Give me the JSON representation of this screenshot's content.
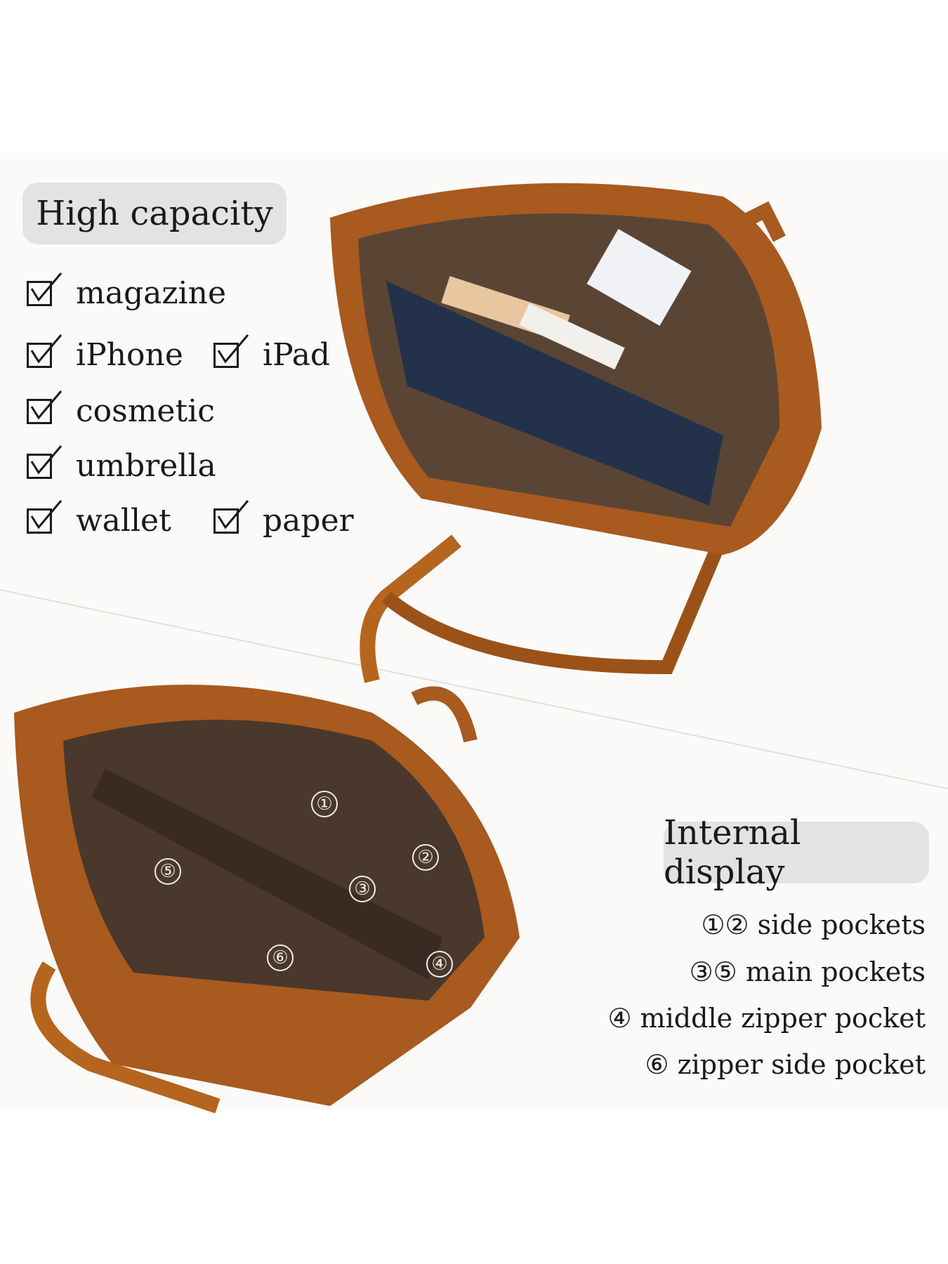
{
  "capacity": {
    "title": "High capacity",
    "items": [
      {
        "label": "magazine",
        "checked": true
      },
      {
        "label": "iPhone",
        "checked": true
      },
      {
        "label": "iPad",
        "checked": true
      },
      {
        "label": "cosmetic",
        "checked": true
      },
      {
        "label": "umbrella",
        "checked": true
      },
      {
        "label": "wallet",
        "checked": true
      },
      {
        "label": "paper",
        "checked": true
      }
    ]
  },
  "internal": {
    "title": "Internal display",
    "specs": [
      "①② side pockets",
      "③⑤ main pockets",
      "④ middle zipper pocket",
      "⑥ zipper side pocket"
    ],
    "markers": [
      "①",
      "②",
      "③",
      "④",
      "⑤",
      "⑥"
    ]
  },
  "colors": {
    "leather": "#b5651d",
    "leather_dark": "#7a3d14",
    "lining": "#4a382c",
    "pill_bg": "#e3e3e3"
  }
}
